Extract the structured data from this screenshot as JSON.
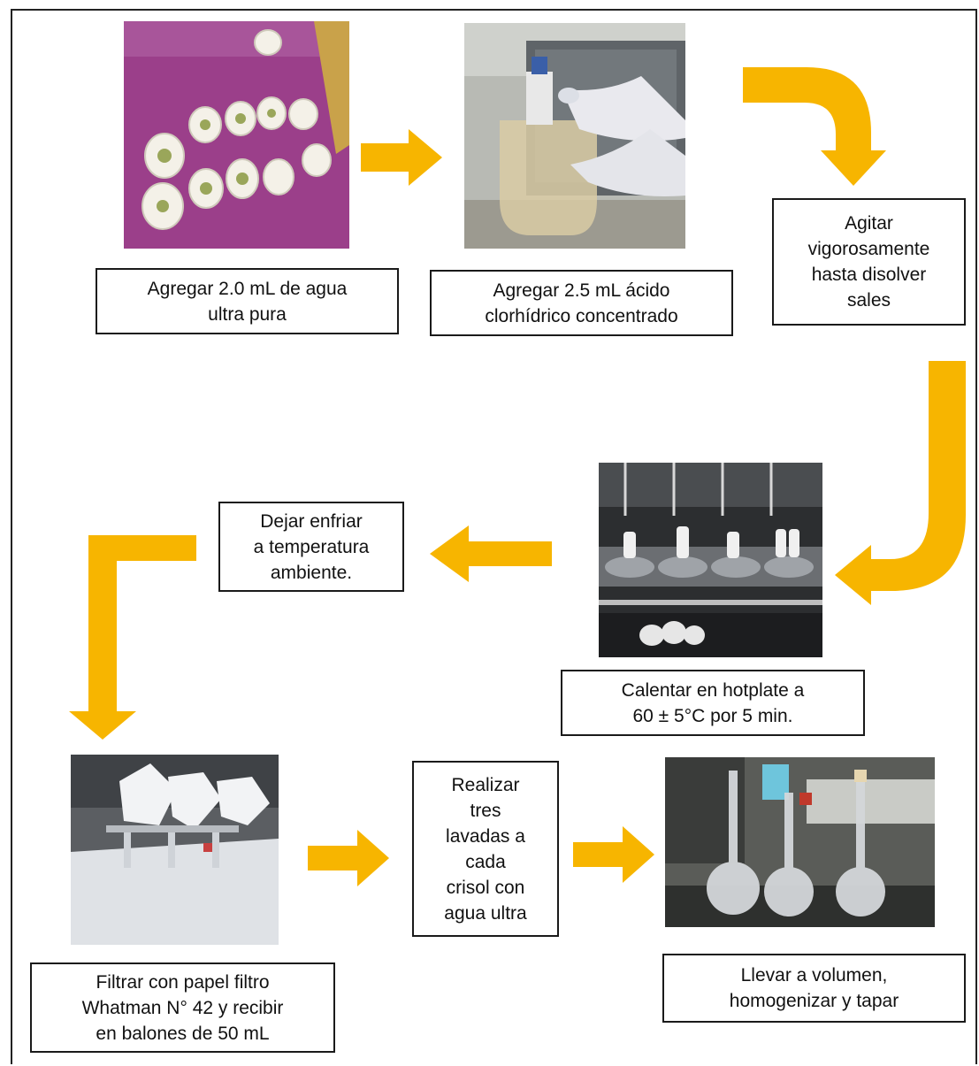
{
  "colors": {
    "arrow": "#F7B500",
    "border": "#1a1a1a"
  },
  "steps": {
    "step1": "Agregar 2.0 mL de agua\nultra pura",
    "step2": "Agregar 2.5 mL ácido\nclorhídrico concentrado",
    "step3": "Agitar\nvigorosamente\nhasta disolver\nsales",
    "step4": "Calentar en hotplate a\n60 ± 5°C por 5 min.",
    "step5": "Dejar enfriar\na temperatura\nambiente.",
    "step6": "Filtrar con papel filtro\nWhatman N° 42 y recibir\nen balones de 50 mL",
    "step7": "Realizar\ntres\nlavadas a\ncada\ncrisol con\nagua ultra",
    "step8": "Llevar a volumen,\nhomogenizar y tapar"
  },
  "photos": [
    "crucibles-photo",
    "acid-dispensing-photo",
    "hotplate-photo",
    "filtration-photo",
    "volumetric-flasks-photo"
  ]
}
